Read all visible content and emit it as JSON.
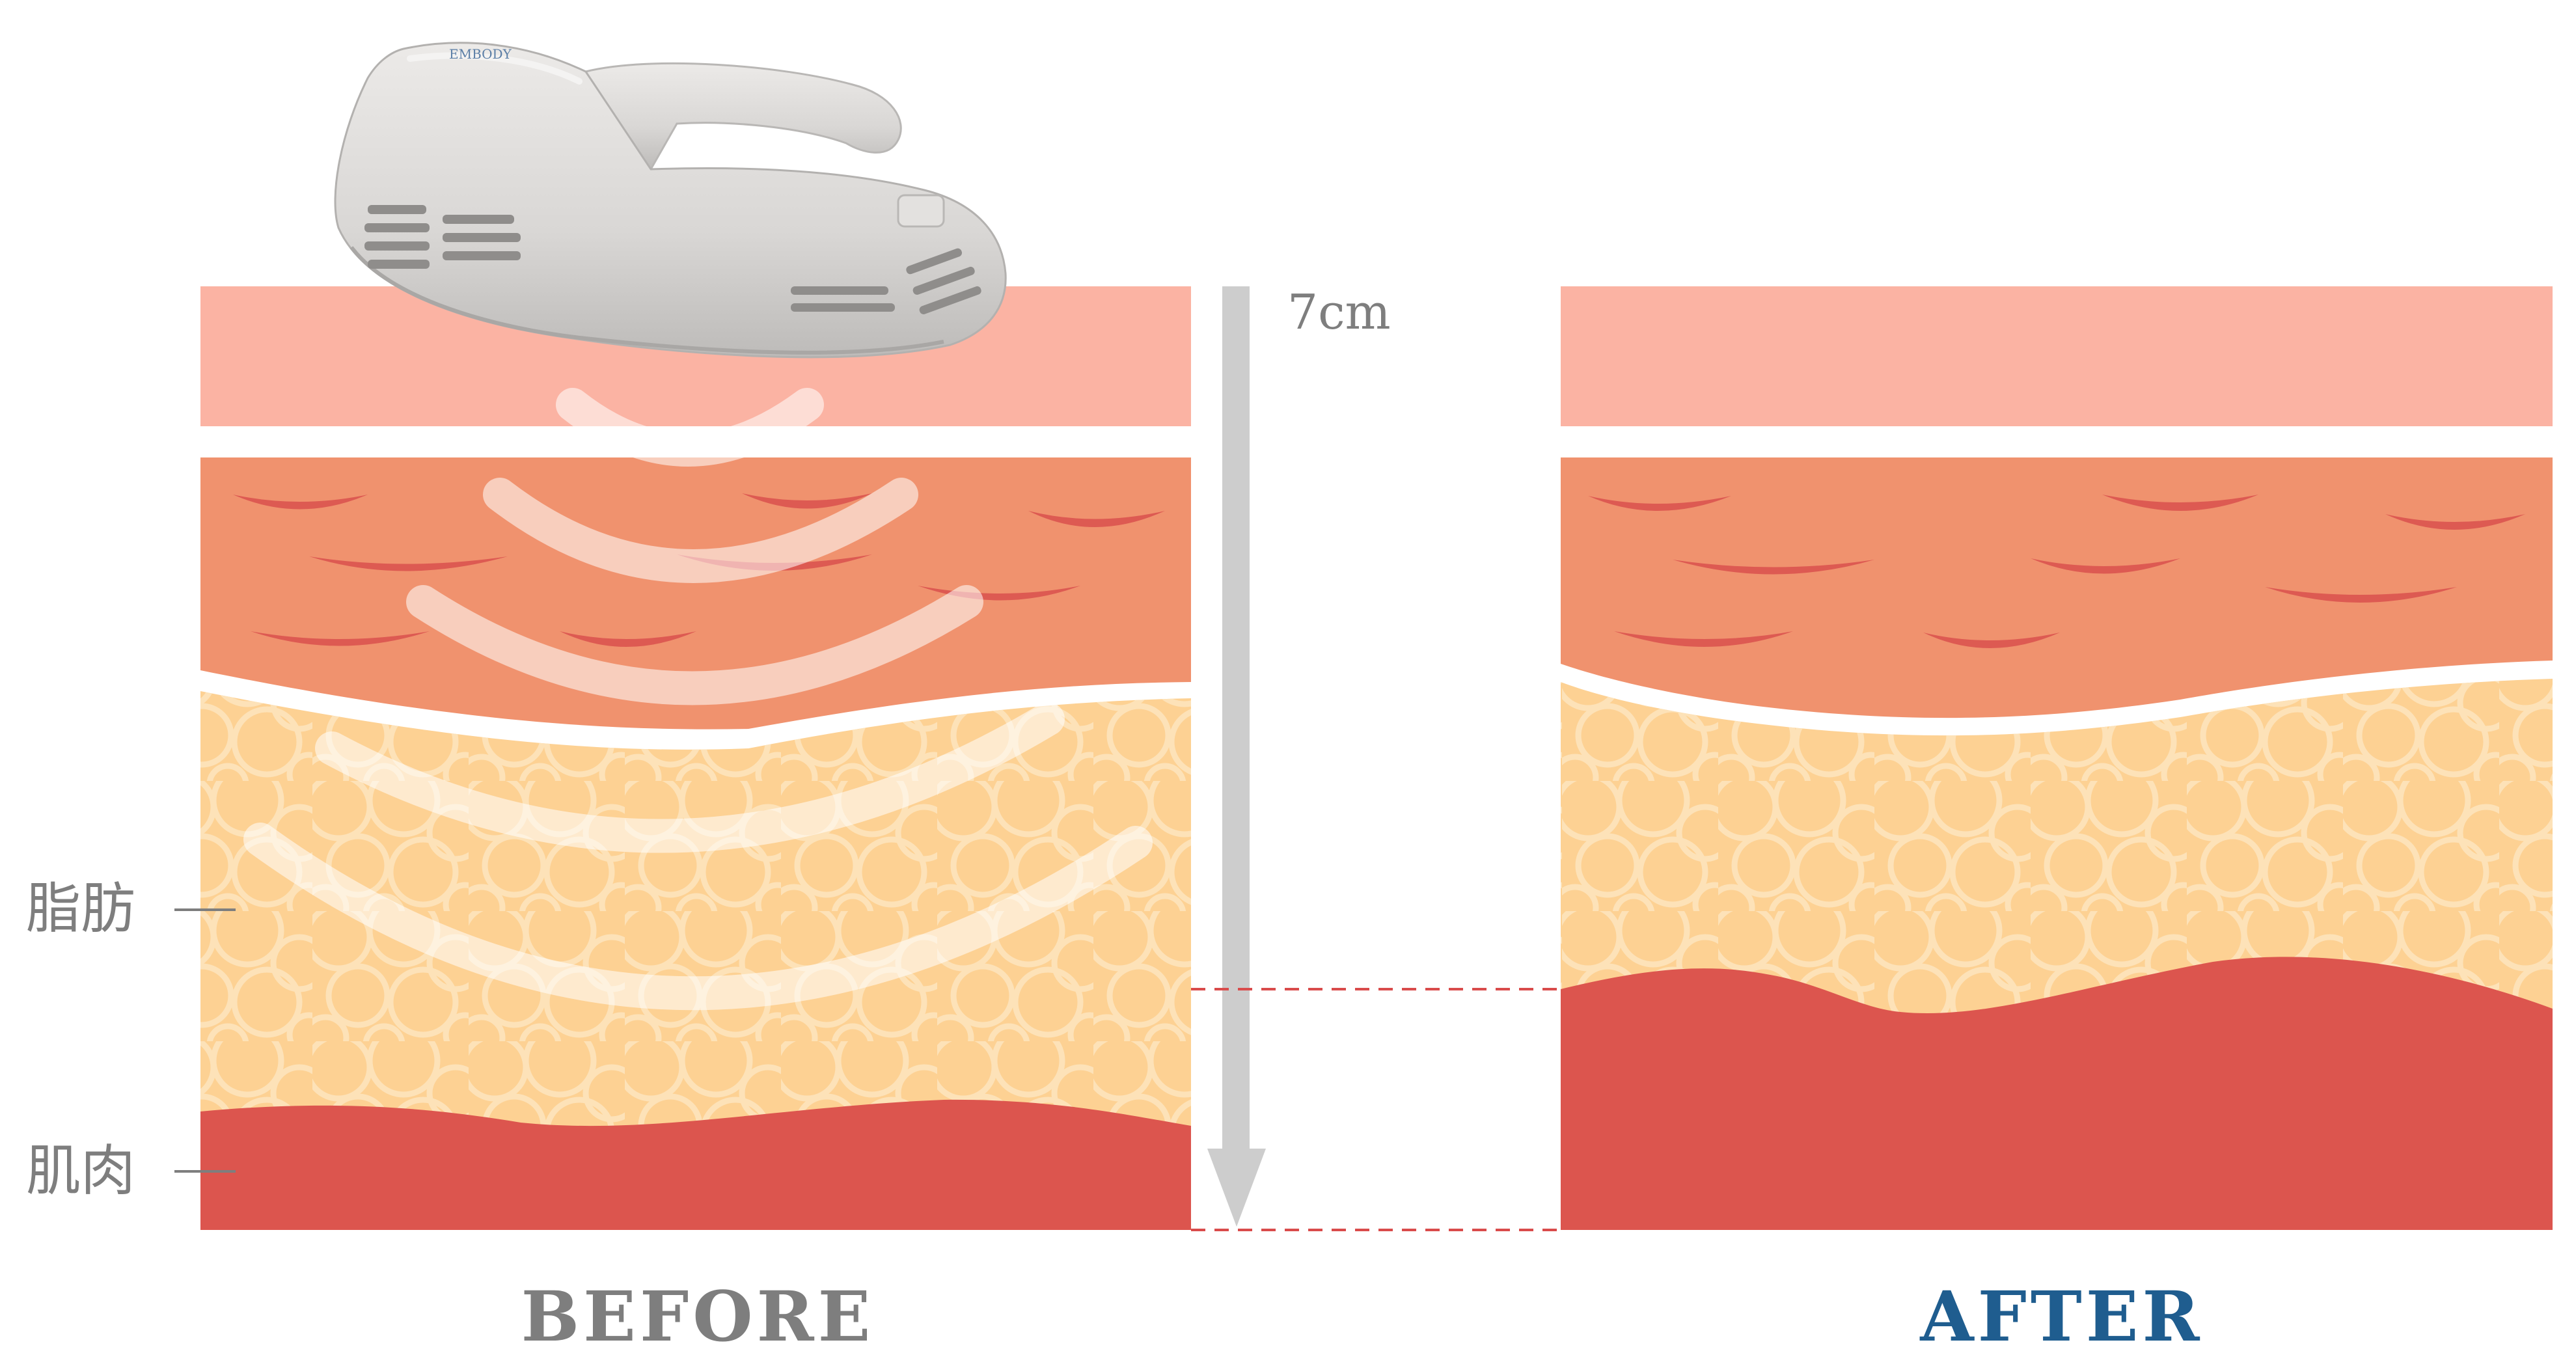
{
  "labels": {
    "depth": "7cm",
    "fat": "脂肪",
    "muscle": "肌肉",
    "before": "BEFORE",
    "after": "AFTER",
    "device_brand": "EMBODY"
  },
  "colors": {
    "skin": "#FBB3A3",
    "dermis": "#F0926E",
    "dermis_mark": "#DD5A52",
    "fat": "#FDD193",
    "fat_cell_stroke": "#FDE2B8",
    "muscle": "#DC554E",
    "arrow": "#CDCDCD",
    "dashed_line": "#D94B4B",
    "label_gray": "#7E7E7E",
    "after_blue": "#1F5D8F",
    "device_body": "#D8D6D4"
  }
}
